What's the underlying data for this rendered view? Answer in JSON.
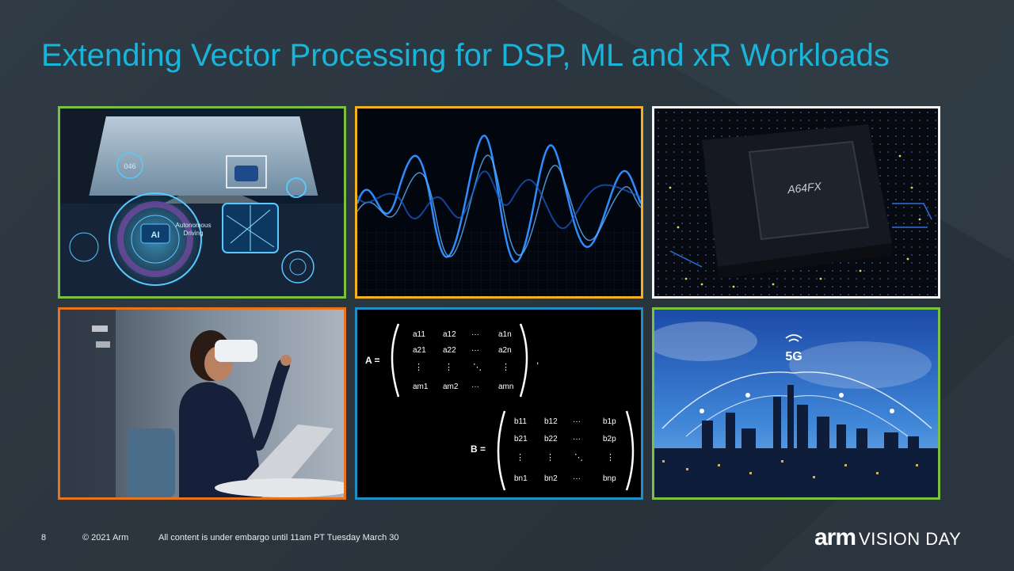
{
  "slide": {
    "title": "Extending Vector Processing for DSP, ML and xR Workloads",
    "page_number": "8",
    "copyright": "© 2021 Arm",
    "embargo": "All content is under embargo until 11am PT Tuesday March 30"
  },
  "brand": {
    "logo": "arm",
    "event": "VISION DAY"
  },
  "tiles": {
    "autonomous": {
      "label1": "Autonomous",
      "label2": "Driving",
      "badge": "AI",
      "speed": "046"
    },
    "chip": {
      "label": "A64FX"
    },
    "matrix": {
      "a_label": "A =",
      "b_label": "B =",
      "a": [
        [
          "a11",
          "a12",
          "···",
          "a1n"
        ],
        [
          "a21",
          "a22",
          "···",
          "a2n"
        ],
        [
          "⋮",
          "⋮",
          "⋱",
          "⋮"
        ],
        [
          "am1",
          "am2",
          "···",
          "amn"
        ]
      ],
      "b": [
        [
          "b11",
          "b12",
          "···",
          "b1p"
        ],
        [
          "b21",
          "b22",
          "···",
          "b2p"
        ],
        [
          "⋮",
          "⋮",
          "⋱",
          "⋮"
        ],
        [
          "bn1",
          "bn2",
          "···",
          "bnp"
        ]
      ],
      "comma": ","
    },
    "city": {
      "label": "5G"
    }
  },
  "colors": {
    "title": "#19b4d8",
    "tile_green": "#7ac142",
    "tile_yellow": "#f2b11f",
    "tile_white": "#f2f2f2",
    "tile_orange": "#e8731f",
    "tile_blue": "#1f8ec4"
  }
}
